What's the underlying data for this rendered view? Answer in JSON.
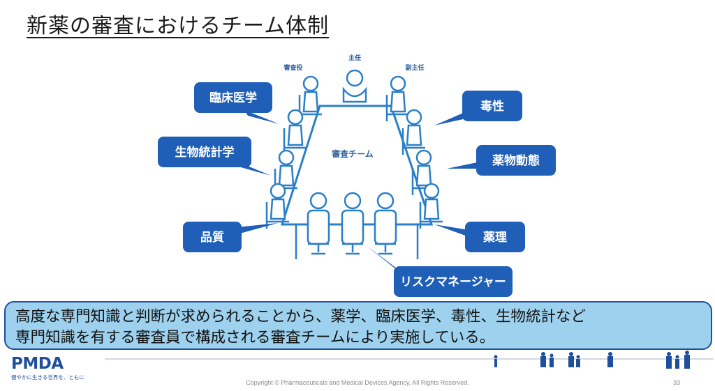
{
  "title": "新薬の審査におけるチーム体制",
  "seats": {
    "reviewer": "審査役",
    "chief": "主任",
    "vice_chief": "副主任",
    "team": "審査チーム"
  },
  "callouts": {
    "clinical": "臨床医学",
    "biostatistics": "生物統計学",
    "quality": "品質",
    "toxicology": "毒性",
    "pharmacokinetics": "薬物動態",
    "pharmacology": "薬理",
    "risk_manager": "リスクマネージャー"
  },
  "caption": {
    "line1": "高度な専門知識と判断が求められることから、薬学、臨床医学、毒性、生物統計など",
    "line2": "専門知識を有する審査員で構成される審査チームにより実施している。"
  },
  "footer": {
    "logo": "PMDA",
    "tagline": "健やかに生きる世界を、ともに",
    "copyright": "Copyright © Pharmaceuticals and Medical Devices Agency, All Rights Reserved.",
    "page": "33"
  },
  "colors": {
    "callout_fill": "#1f5fb8",
    "figure_stroke": "#2a7fc9",
    "caption_fill": "#9dd1ee",
    "caption_border": "#1f4e9c"
  }
}
